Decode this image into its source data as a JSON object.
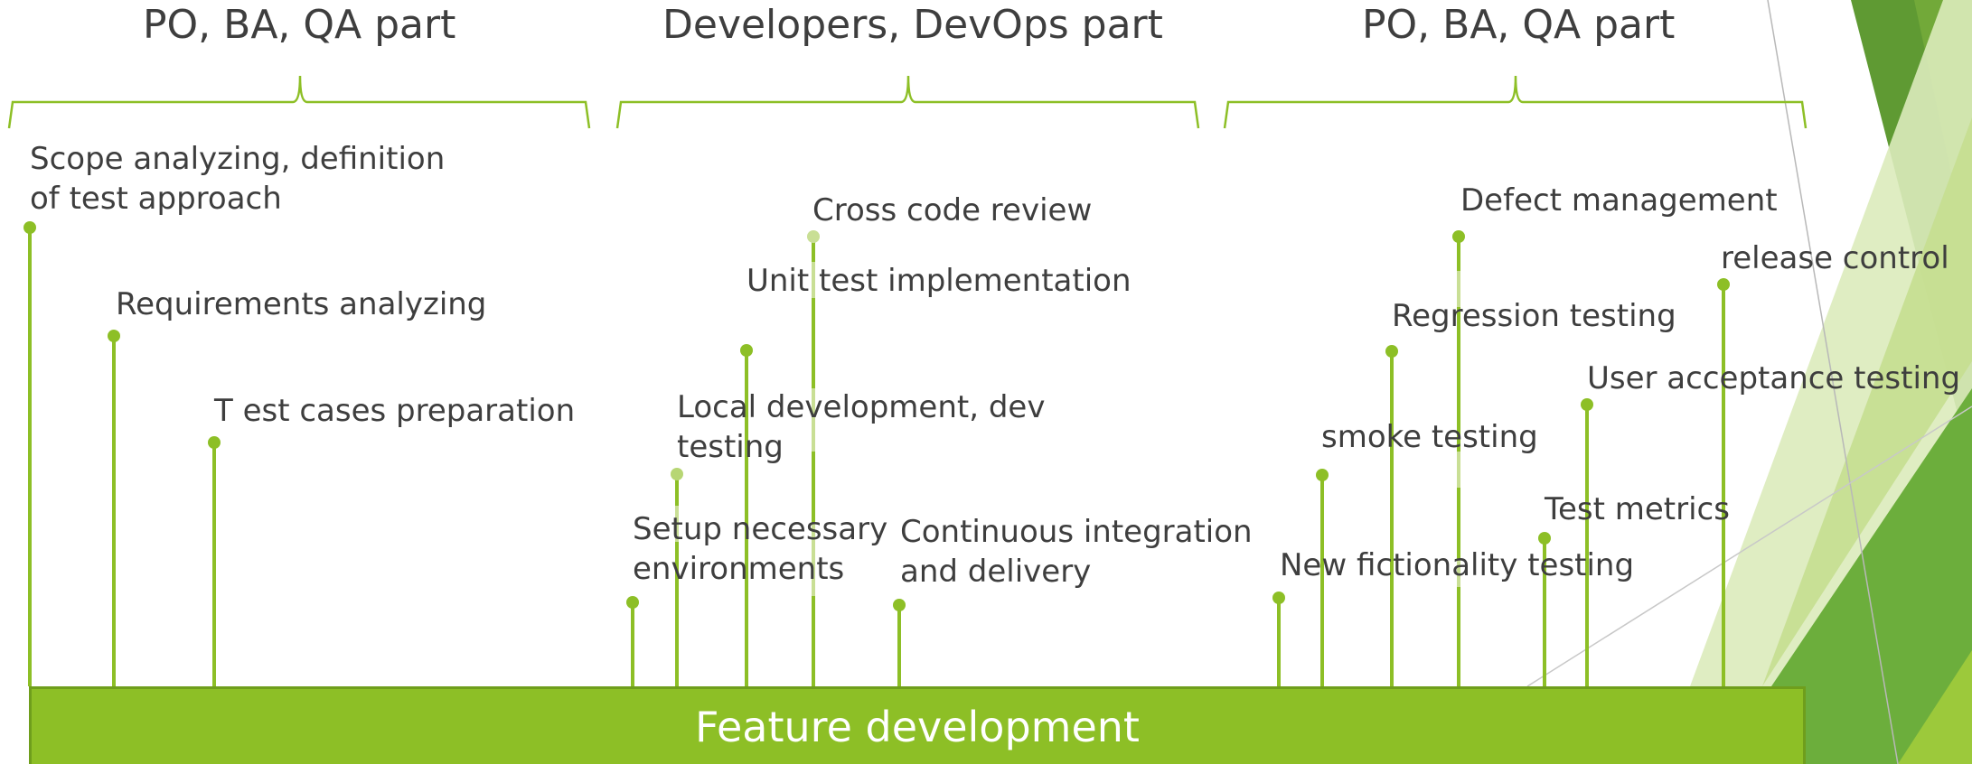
{
  "sections": [
    {
      "key": "sec1",
      "title": "PO, BA, QA part"
    },
    {
      "key": "sec2",
      "title": "Developers, DevOps part"
    },
    {
      "key": "sec3",
      "title": "PO, BA, QA part"
    }
  ],
  "bar_label": "Feature development",
  "tasks": {
    "scope": "Scope analyzing, definition",
    "scope_2": "of test approach",
    "requirements": "Requirements analyzing",
    "testcases": "T est cases preparation",
    "codereview": "Cross code review",
    "unittest": "Unit test implementation",
    "localdev": "Local development, dev",
    "localdev_2": "testing",
    "setupenv": "Setup necessary",
    "setupenv_2": "environments",
    "cicd": "Continuous integration",
    "cicd_2": "and delivery",
    "defect": "Defect management",
    "release": "release control",
    "regression": "Regression testing",
    "uat": "User acceptance testing",
    "smoke": "smoke testing",
    "metrics": "Test metrics",
    "newfunc": "New fictionality testing"
  },
  "colors": {
    "accent": "#8dbf26",
    "stem": "#8dbf26",
    "stem_light": "#c9df95",
    "dark_green": "#5f9a33",
    "light_green": "#d6e8ad"
  }
}
